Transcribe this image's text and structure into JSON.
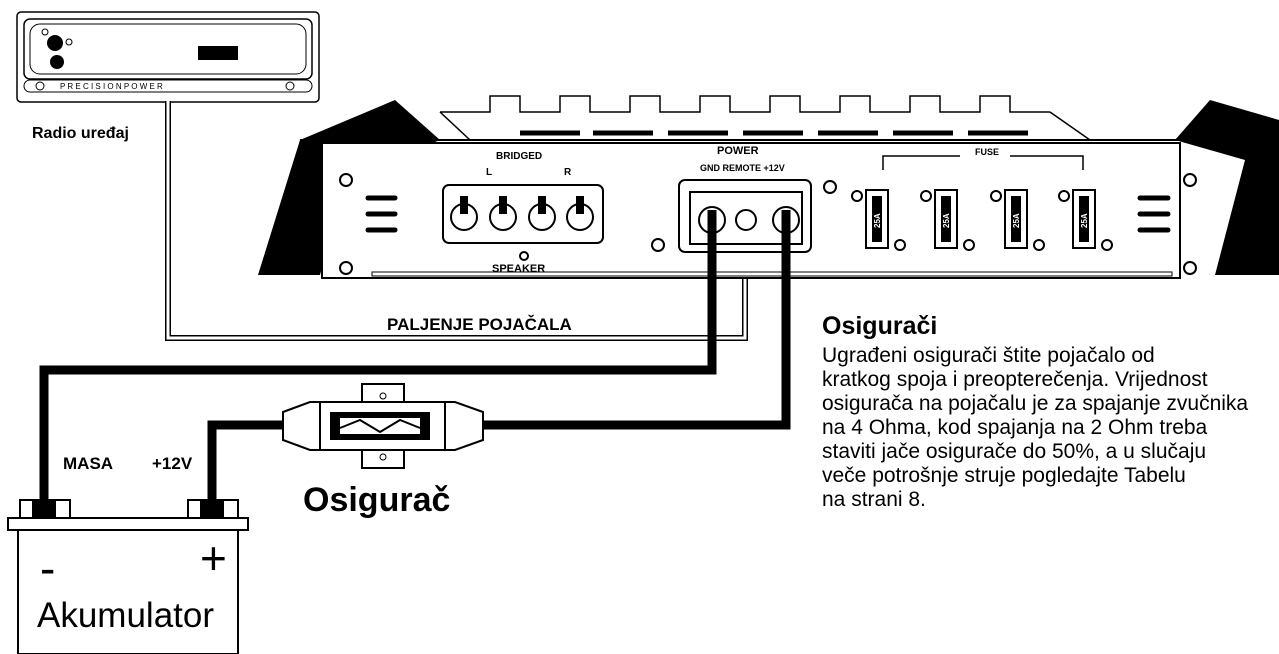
{
  "labels": {
    "radio": "Radio uređaj",
    "ignition": "PALJENJE POJAČALA",
    "ground": "MASA",
    "plus12": "+12V",
    "fuse_inline": "Osigurač",
    "battery": "Akumulator",
    "battery_minus": "-",
    "battery_plus": "+"
  },
  "amplifier": {
    "bridged": "BRIDGED",
    "speaker": "SPEAKER",
    "left": "L",
    "right": "R",
    "power": "POWER",
    "power_terminals": "GND  REMOTE +12V",
    "fuse_header": "FUSE",
    "fuse_rating": "25A"
  },
  "radio_face": {
    "brand_letters": "P R E C I S I O N  P O W E R"
  },
  "note": {
    "title": "Osigurači",
    "lines": [
      "Ugrađeni osigurači štite pojačalo od",
      "kratkog spoja i preopterečenja. Vrijednost",
      "osigurača na pojačalu je za spajanje zvučnika",
      "na 4 Ohma, kod spajanja na 2 Ohm treba",
      "staviti jače  osigurače do 50%, a u slučaju",
      "veče potrošnje struje pogledajte Tabelu",
      "na strani 8."
    ]
  },
  "colors": {
    "line": "#000000",
    "background": "#ffffff",
    "panel": "#ffffff"
  }
}
